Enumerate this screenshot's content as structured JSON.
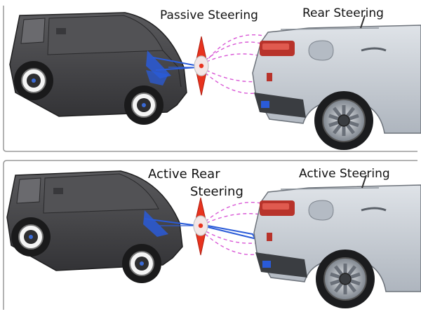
{
  "panels": [
    {
      "id": "top",
      "labels": {
        "left": "Passive Steering",
        "right": "Rear Steering"
      }
    },
    {
      "id": "bottom",
      "labels": {
        "left_line1": "Active Rear",
        "left_line2": "Steering",
        "right": "Active Steering"
      }
    }
  ],
  "colors": {
    "trailer_body": "#4a4a4c",
    "truck_body": "#c5cbd3",
    "hitch": "#e8331e",
    "path_magenta": "#d958d6",
    "arrow_blue": "#2a5bd8",
    "taillight": "#b8332b",
    "background": "#ffffff",
    "frame": "#9a9a9a"
  },
  "icons": [
    "trailer-icon",
    "pickup-truck-icon",
    "hitch-icon"
  ]
}
